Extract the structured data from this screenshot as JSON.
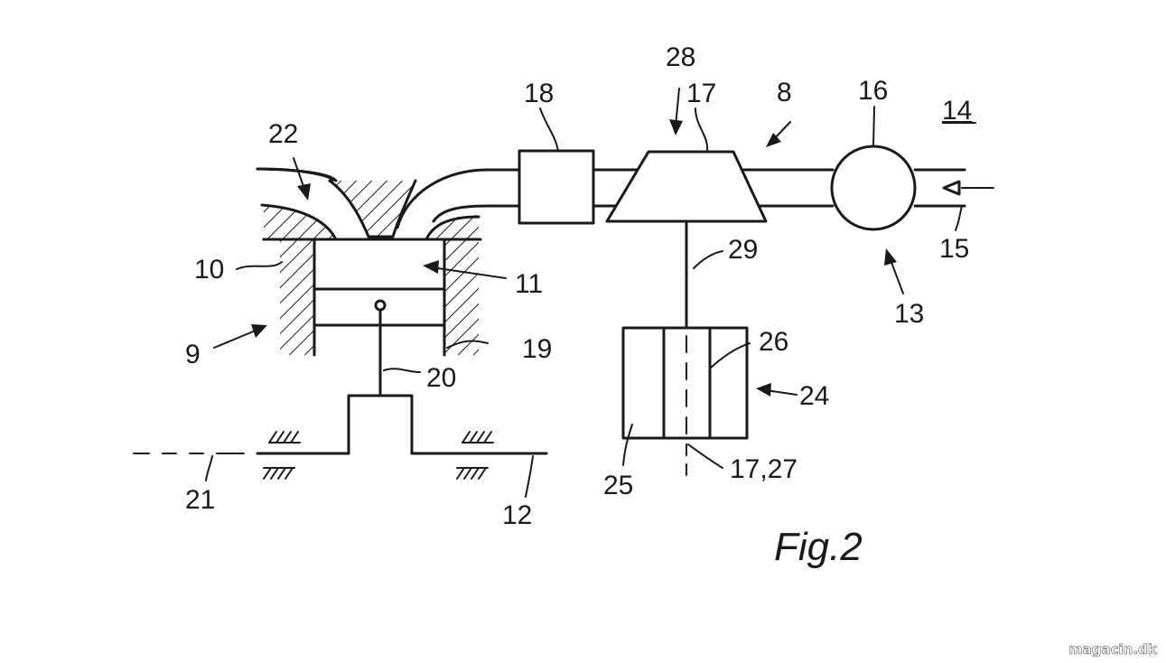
{
  "figure": {
    "caption": "Fig.2",
    "labels": {
      "l8": "8",
      "l9": "9",
      "l10": "10",
      "l11": "11",
      "l12": "12",
      "l13": "13",
      "l14": "14",
      "l15": "15",
      "l16": "16",
      "l17": "17",
      "l18": "18",
      "l19": "19",
      "l20": "20",
      "l21": "21",
      "l22": "22",
      "l24": "24",
      "l25": "25",
      "l26": "26",
      "l28": "28",
      "l29": "29",
      "l1727": "17,27"
    }
  },
  "watermark": {
    "text": "magacin.dk"
  }
}
